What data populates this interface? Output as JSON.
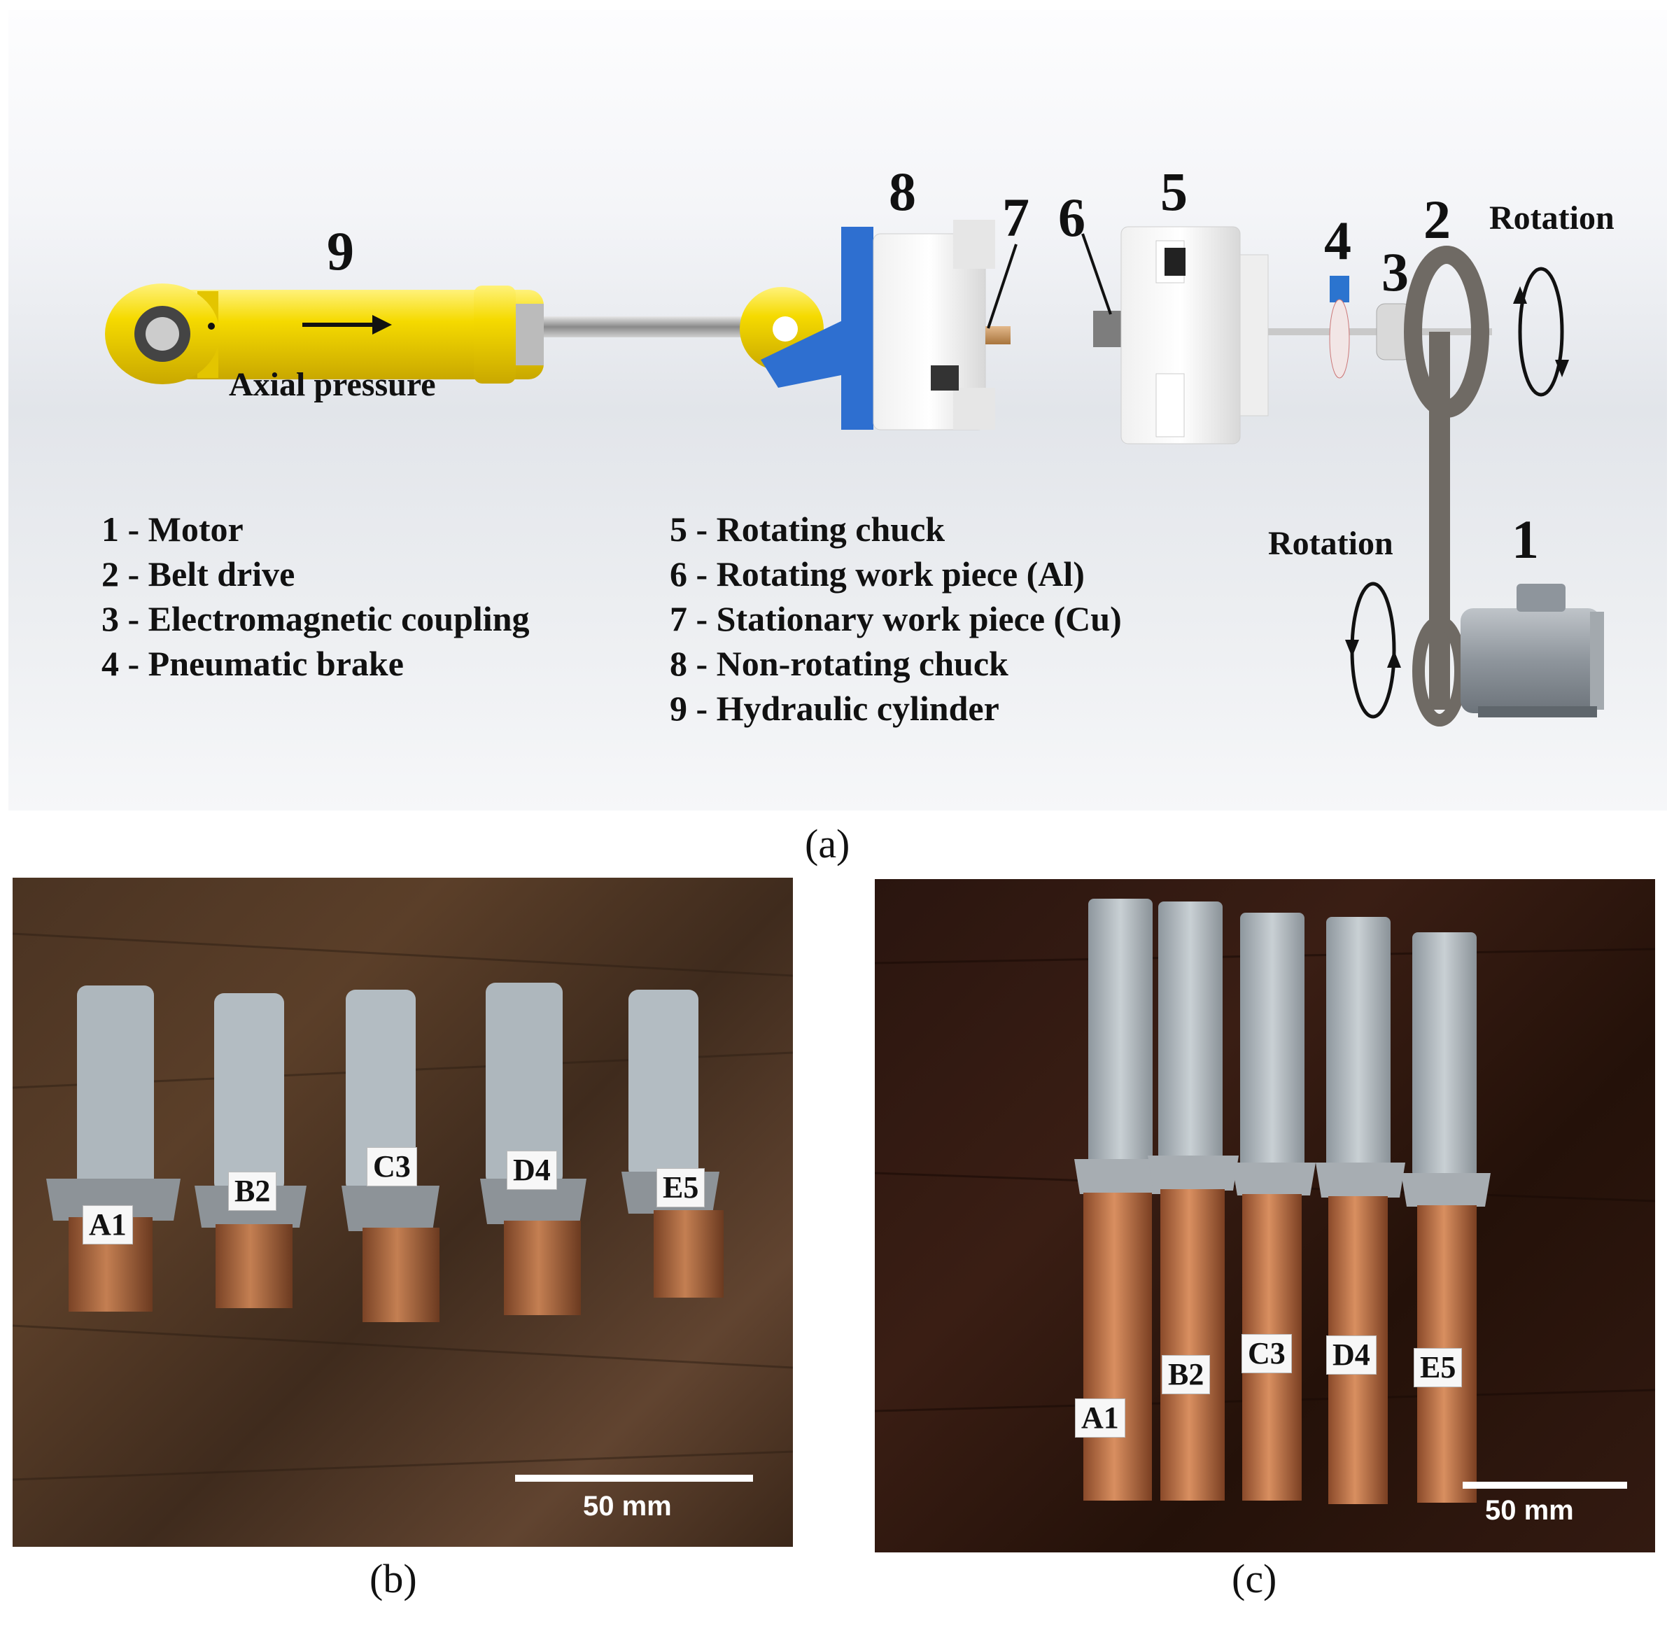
{
  "panel_a": {
    "caption": "(a)",
    "component_numbers": {
      "n1": "1",
      "n2": "2",
      "n3": "3",
      "n4": "4",
      "n5": "5",
      "n6": "6",
      "n7": "7",
      "n8": "8",
      "n9": "9"
    },
    "axial_pressure_label": "Axial pressure",
    "rotation_label_top": "Rotation",
    "rotation_label_bottom": "Rotation",
    "legend_left": [
      "1 - Motor",
      "2 - Belt drive",
      "3 - Electromagnetic coupling",
      "4 - Pneumatic brake"
    ],
    "legend_right": [
      "5 - Rotating chuck",
      "6 - Rotating work piece (Al)",
      "7 - Stationary work piece (Cu)",
      "8 - Non-rotating chuck",
      "9 - Hydraulic cylinder"
    ],
    "colors": {
      "cylinder": "#f2d500",
      "chuck_plate": "#2e6fd0",
      "belt": "#6f6a64",
      "brake": "#2b74cf"
    }
  },
  "panel_b": {
    "caption": "(b)",
    "sample_labels": [
      "A1",
      "B2",
      "C3",
      "D4",
      "E5"
    ],
    "scale_bar_label": "50 mm"
  },
  "panel_c": {
    "caption": "(c)",
    "sample_labels": [
      "A1",
      "B2",
      "C3",
      "D4",
      "E5"
    ],
    "scale_bar_label": "50 mm"
  }
}
